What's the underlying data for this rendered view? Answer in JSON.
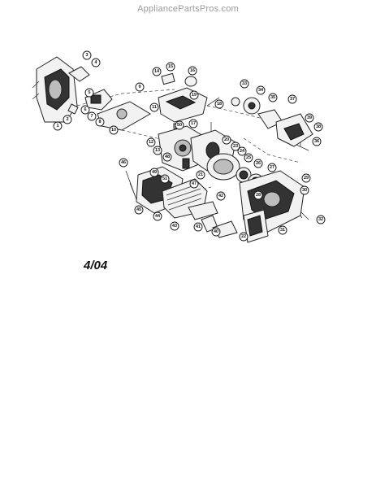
{
  "header": {
    "site": "AppliancePartsPros.com"
  },
  "diagram": {
    "date_stamp": "4/04",
    "callouts": [
      "1",
      "2",
      "3",
      "4",
      "5",
      "6",
      "7",
      "8",
      "9",
      "10",
      "11",
      "12",
      "13",
      "14",
      "15",
      "16",
      "17",
      "18",
      "19",
      "20",
      "21",
      "22",
      "23",
      "24",
      "25",
      "26",
      "27",
      "28",
      "29",
      "30",
      "31",
      "32",
      "33",
      "34",
      "35",
      "36",
      "37",
      "38",
      "39",
      "40",
      "41",
      "42",
      "43",
      "44",
      "45",
      "46",
      "47",
      "48",
      "49",
      "50",
      "51"
    ]
  }
}
